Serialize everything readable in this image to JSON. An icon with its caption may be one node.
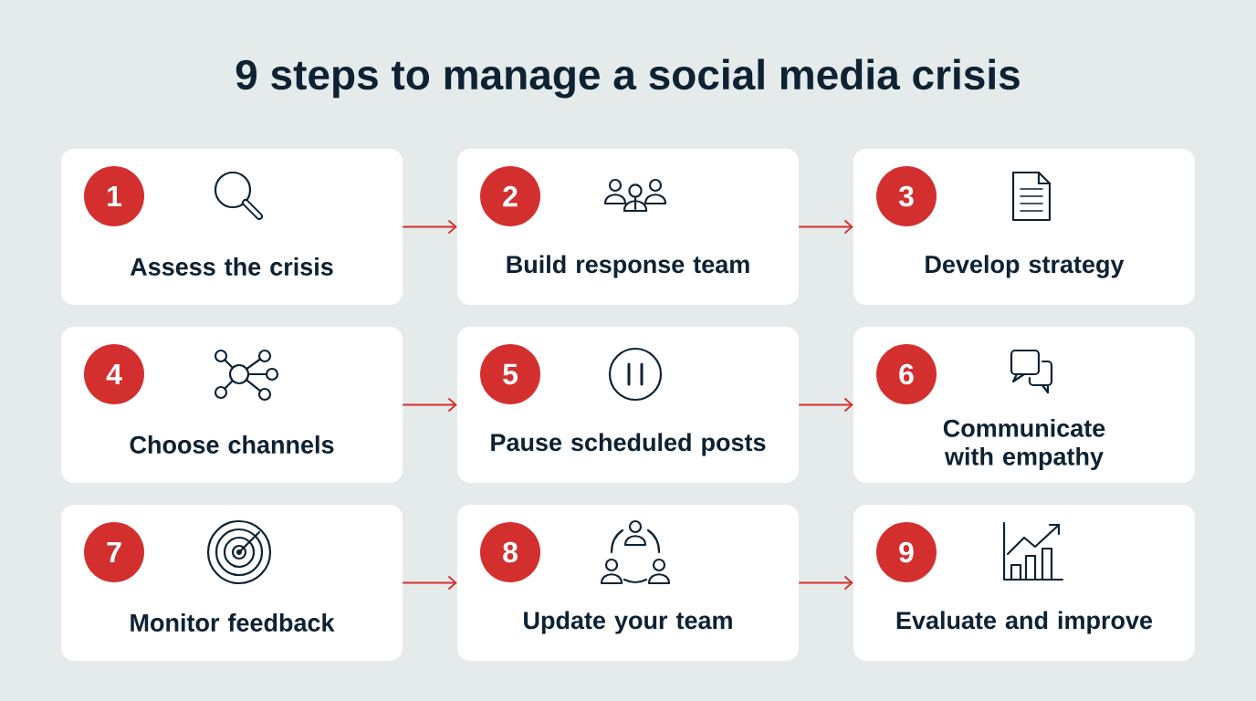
{
  "diagram": {
    "title": "9 steps to manage a social media crisis",
    "nodes": [
      {
        "text": [
          "1",
          "Assess the crisis"
        ]
      },
      {
        "text": [
          "2",
          "Build response team"
        ]
      },
      {
        "text": [
          "3",
          "Develop strategy"
        ]
      },
      {
        "text": [
          "4",
          "Choose channels"
        ]
      },
      {
        "text": [
          "5",
          "Pause scheduled posts"
        ]
      },
      {
        "text": [
          "6",
          "Communicate with empathy"
        ]
      },
      {
        "text": [
          "7",
          "Monitor feedback"
        ]
      },
      {
        "text": [
          "8",
          "Update your team"
        ]
      },
      {
        "text": [
          "9",
          "Evaluate and improve"
        ]
      }
    ],
    "edges": [
      {
        "from": 0,
        "to": 1,
        "arrow": "to"
      },
      {
        "from": 1,
        "to": 2,
        "arrow": "to"
      },
      {
        "from": 3,
        "to": 4,
        "arrow": "to"
      },
      {
        "from": 4,
        "to": 5,
        "arrow": "to"
      },
      {
        "from": 6,
        "to": 7,
        "arrow": "to"
      },
      {
        "from": 7,
        "to": 8,
        "arrow": "to"
      }
    ]
  }
}
